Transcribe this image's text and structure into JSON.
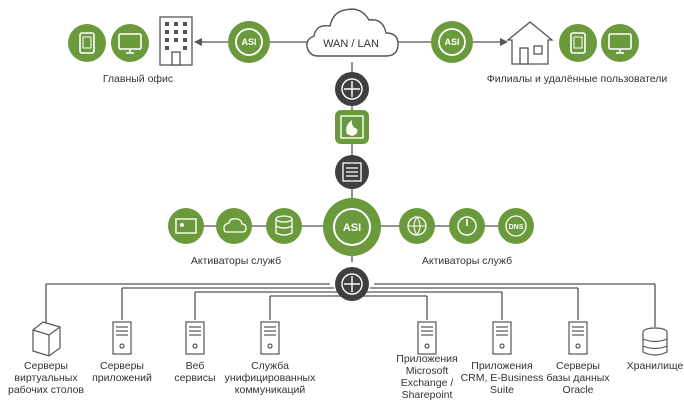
{
  "colors": {
    "green": "#6a9a3c",
    "dark": "#3f3f3f",
    "line": "#555555",
    "text": "#333333"
  },
  "cloud": {
    "label": "WAN / LAN"
  },
  "asi_label": "ASI",
  "dns_label": "DNS",
  "head_office": {
    "label": "Главный офис"
  },
  "branches": {
    "label": "Филиалы и удалённые пользователи"
  },
  "activators": {
    "left_label": "Активаторы служб",
    "right_label": "Активаторы служб"
  },
  "servers": [
    {
      "name": "virtual-desktop-servers",
      "icon": "cube-icon",
      "lines": [
        "Серверы",
        "виртуальных",
        "рабочих столов"
      ]
    },
    {
      "name": "app-servers",
      "icon": "server-icon",
      "lines": [
        "Серверы",
        "приложений"
      ]
    },
    {
      "name": "web-services",
      "icon": "server-icon",
      "lines": [
        "Веб",
        "сервисы"
      ]
    },
    {
      "name": "unified-comms",
      "icon": "server-icon",
      "lines": [
        "Служба",
        "унифицированных",
        "коммуникаций"
      ]
    },
    {
      "name": "exchange-apps",
      "icon": "server-icon",
      "lines": [
        "Приложения",
        "Microsoft",
        "Exchange /",
        "Sharepoint"
      ]
    },
    {
      "name": "crm-apps",
      "icon": "server-icon",
      "lines": [
        "Приложения",
        "CRM, E-Business",
        "Suite"
      ]
    },
    {
      "name": "oracle-db",
      "icon": "server-icon",
      "lines": [
        "Серверы",
        "базы данных",
        "Oracle"
      ]
    },
    {
      "name": "storage",
      "icon": "database-icon",
      "lines": [
        "Хранилище"
      ]
    }
  ]
}
